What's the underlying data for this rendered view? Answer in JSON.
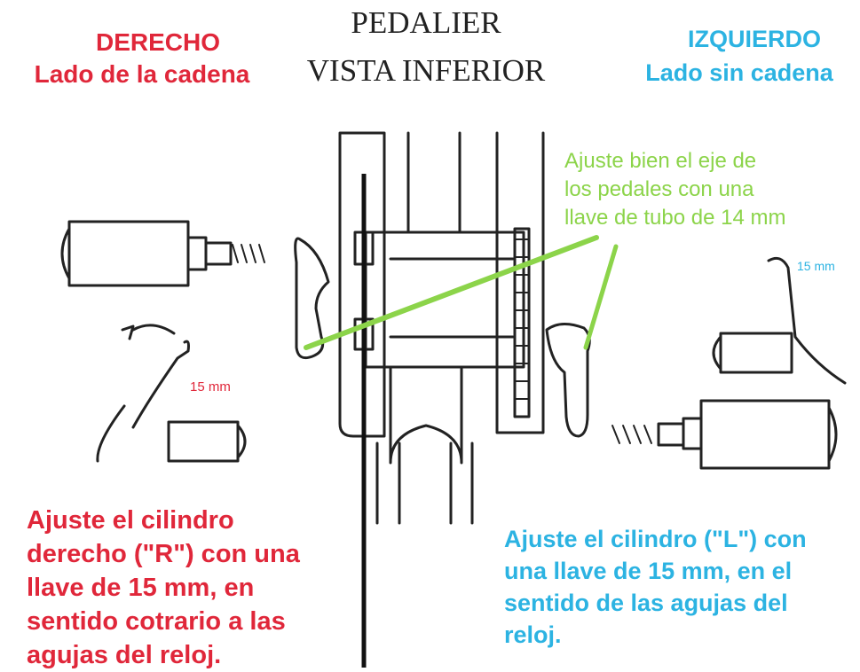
{
  "header": {
    "left_title": "DERECHO",
    "left_subtitle": "Lado de la cadena",
    "center_title_line1": "PEDALIER",
    "center_title_line2": "VISTA INFERIOR",
    "right_title": "IZQUIERDO",
    "right_subtitle": "Lado sin cadena"
  },
  "annotations": {
    "axle_note": [
      "Ajuste bien el eje de",
      "los pedales con una",
      "llave de tubo de 14 mm"
    ],
    "right_size": "15 mm",
    "left_size": "15 mm",
    "left_instructions": [
      "Ajuste el cilindro",
      "derecho (\"R\") con una",
      "llave de 15 mm, en",
      "sentido cotrario a las",
      "agujas del reloj."
    ],
    "right_instructions": [
      "Ajuste el cilindro (\"L\") con",
      "una llave de 15 mm, en el",
      "sentido de las agujas del",
      "reloj."
    ]
  },
  "colors": {
    "red": "#e0273a",
    "cyan": "#2cb3e2",
    "green": "#8cd44a",
    "ink": "#222222"
  }
}
